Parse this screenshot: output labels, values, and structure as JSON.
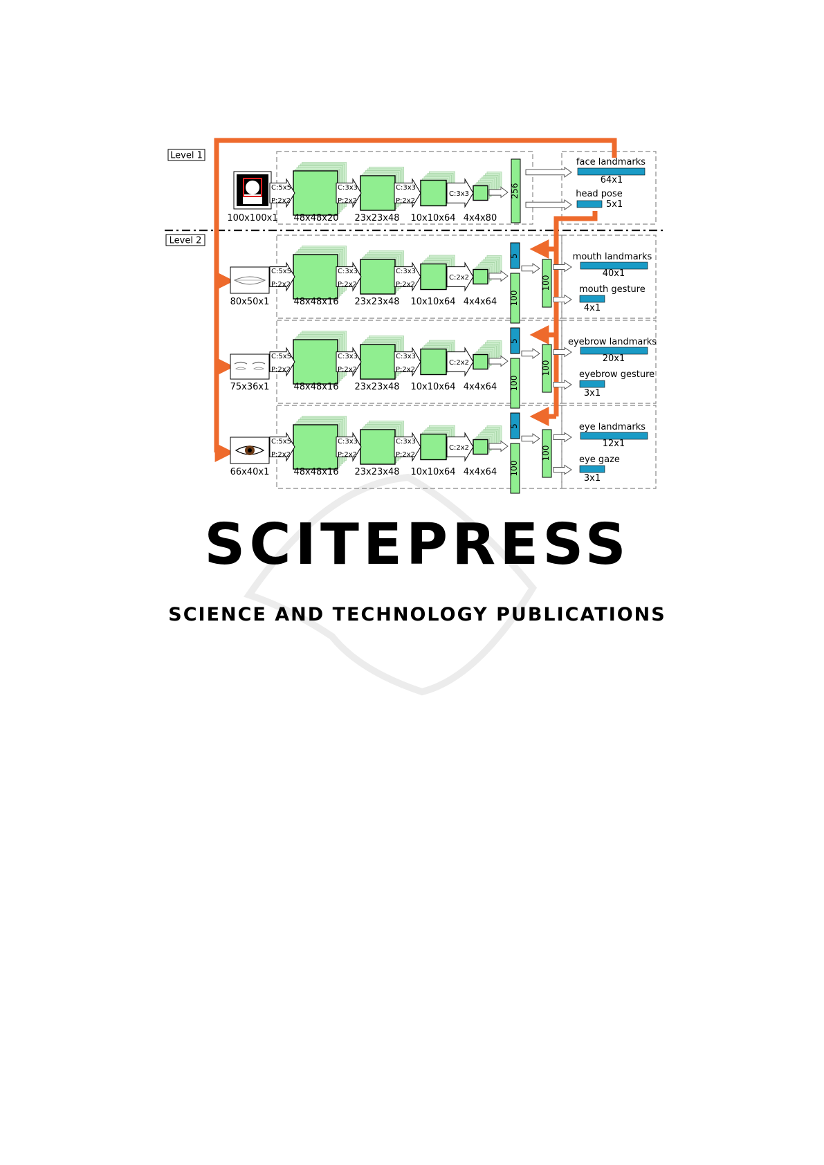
{
  "levels": [
    "Level 1",
    "Level 2"
  ],
  "watermark": {
    "title": "SCITEPRESS",
    "subtitle": "SCIENCE AND TECHNOLOGY PUBLICATIONS"
  },
  "colors": {
    "layer_fill": "#90ee90",
    "output_fill": "#1a9bc6",
    "shared_path": "#ee6a2c",
    "dashed_border": "#888888"
  },
  "rows": [
    {
      "input_size": "100x100x1",
      "input_icon": "face-crop-icon",
      "ops": [
        [
          "C:5x5",
          "P:2x2"
        ],
        [
          "C:3x3",
          "P:2x2"
        ],
        [
          "C:3x3",
          "P:2x2"
        ],
        [
          "C:3x3"
        ]
      ],
      "sizes": [
        "48x48x20",
        "23x23x48",
        "10x10x64",
        "4x4x80"
      ],
      "fc": [
        "256"
      ],
      "outputs": [
        {
          "name": "face landmarks",
          "dim": "64x1"
        },
        {
          "name": "head pose",
          "dim": "5x1"
        }
      ]
    },
    {
      "input_size": "80x50x1",
      "input_icon": "mouth-icon",
      "ops": [
        [
          "C:5x5",
          "P:2x2"
        ],
        [
          "C:3x3",
          "P:2x2"
        ],
        [
          "C:3x3",
          "P:2x2"
        ],
        [
          "C:2x2"
        ]
      ],
      "sizes": [
        "48x48x16",
        "23x23x48",
        "10x10x64",
        "4x4x64"
      ],
      "fc": [
        "5",
        "100",
        "100"
      ],
      "outputs": [
        {
          "name": "mouth landmarks",
          "dim": "40x1"
        },
        {
          "name": "mouth gesture",
          "dim": "4x1"
        }
      ]
    },
    {
      "input_size": "75x36x1",
      "input_icon": "eyebrow-icon",
      "ops": [
        [
          "C:5x5",
          "P:2x2"
        ],
        [
          "C:3x3",
          "P:2x2"
        ],
        [
          "C:3x3",
          "P:2x2"
        ],
        [
          "C:2x2"
        ]
      ],
      "sizes": [
        "48x48x16",
        "23x23x48",
        "10x10x64",
        "4x4x64"
      ],
      "fc": [
        "5",
        "100",
        "100"
      ],
      "outputs": [
        {
          "name": "eyebrow landmarks",
          "dim": "20x1"
        },
        {
          "name": "eyebrow gesture",
          "dim": "3x1"
        }
      ]
    },
    {
      "input_size": "66x40x1",
      "input_icon": "eye-icon",
      "ops": [
        [
          "C:5x5",
          "P:2x2"
        ],
        [
          "C:3x3",
          "P:2x2"
        ],
        [
          "C:3x3",
          "P:2x2"
        ],
        [
          "C:2x2"
        ]
      ],
      "sizes": [
        "48x48x16",
        "23x23x48",
        "10x10x64",
        "4x4x64"
      ],
      "fc": [
        "5",
        "100",
        "100"
      ],
      "outputs": [
        {
          "name": "eye landmarks",
          "dim": "12x1"
        },
        {
          "name": "eye gaze",
          "dim": "3x1"
        }
      ]
    }
  ]
}
